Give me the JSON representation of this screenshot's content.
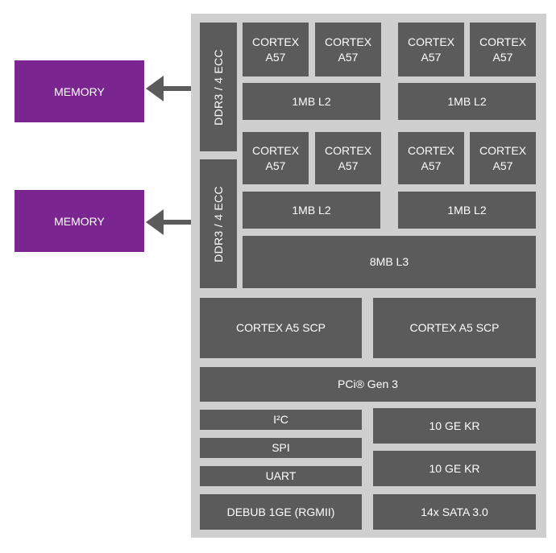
{
  "memory": [
    "MEMORY",
    "MEMORY"
  ],
  "ddr": [
    "DDR3 / 4 ECC",
    "DDR3 / 4 ECC"
  ],
  "cluster_top": {
    "cores": [
      {
        "line1": "CORTEX",
        "line2": "A57"
      },
      {
        "line1": "CORTEX",
        "line2": "A57"
      },
      {
        "line1": "CORTEX",
        "line2": "A57"
      },
      {
        "line1": "CORTEX",
        "line2": "A57"
      }
    ],
    "l2": [
      "1MB L2",
      "1MB L2"
    ]
  },
  "cluster_bottom": {
    "cores": [
      {
        "line1": "CORTEX",
        "line2": "A57"
      },
      {
        "line1": "CORTEX",
        "line2": "A57"
      },
      {
        "line1": "CORTEX",
        "line2": "A57"
      },
      {
        "line1": "CORTEX",
        "line2": "A57"
      }
    ],
    "l2": [
      "1MB L2",
      "1MB L2"
    ]
  },
  "l3": "8MB L3",
  "scp": [
    "CORTEX A5 SCP",
    "CORTEX A5 SCP"
  ],
  "pcie": "PCi® Gen 3",
  "io_left": [
    "I²C",
    "SPI",
    "UART",
    "DEBUB 1GE (RGMII)"
  ],
  "io_right": [
    "10 GE KR",
    "10 GE KR",
    "14x SATA 3.0"
  ],
  "colors": {
    "chip_bg": "#cfcfcf",
    "block": "#5b5b5b",
    "memory": "#7b2590",
    "arrow": "#5b5b5b"
  }
}
